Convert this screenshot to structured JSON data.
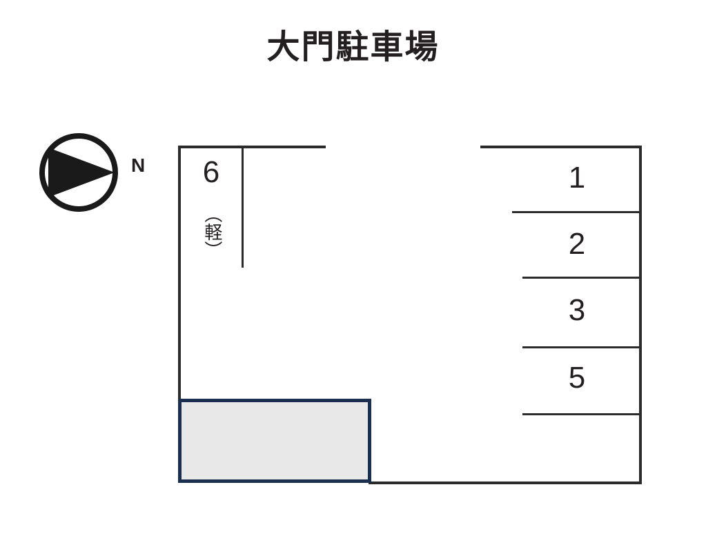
{
  "title": "大門駐車場",
  "compass": {
    "icon": "north-arrow-icon",
    "label": "N",
    "direction": "east-pointing-triangle"
  },
  "colors": {
    "line": "#2b2b2b",
    "highlight_border": "#1b3050",
    "highlight_fill": "#e8e8e8",
    "text": "#231f20",
    "background": "#ffffff"
  },
  "lot": {
    "highlighted_stall": {
      "name": "highlighted-parking-space",
      "fill": "#e8e8e8",
      "border": "#1b3050"
    },
    "stalls": [
      {
        "id": "stall-6",
        "number": "6",
        "note": "（軽）",
        "side": "left-top"
      },
      {
        "id": "stall-1",
        "number": "1",
        "note": "",
        "side": "right"
      },
      {
        "id": "stall-2",
        "number": "2",
        "note": "",
        "side": "right"
      },
      {
        "id": "stall-3",
        "number": "3",
        "note": "",
        "side": "right"
      },
      {
        "id": "stall-5",
        "number": "5",
        "note": "",
        "side": "right"
      }
    ]
  }
}
